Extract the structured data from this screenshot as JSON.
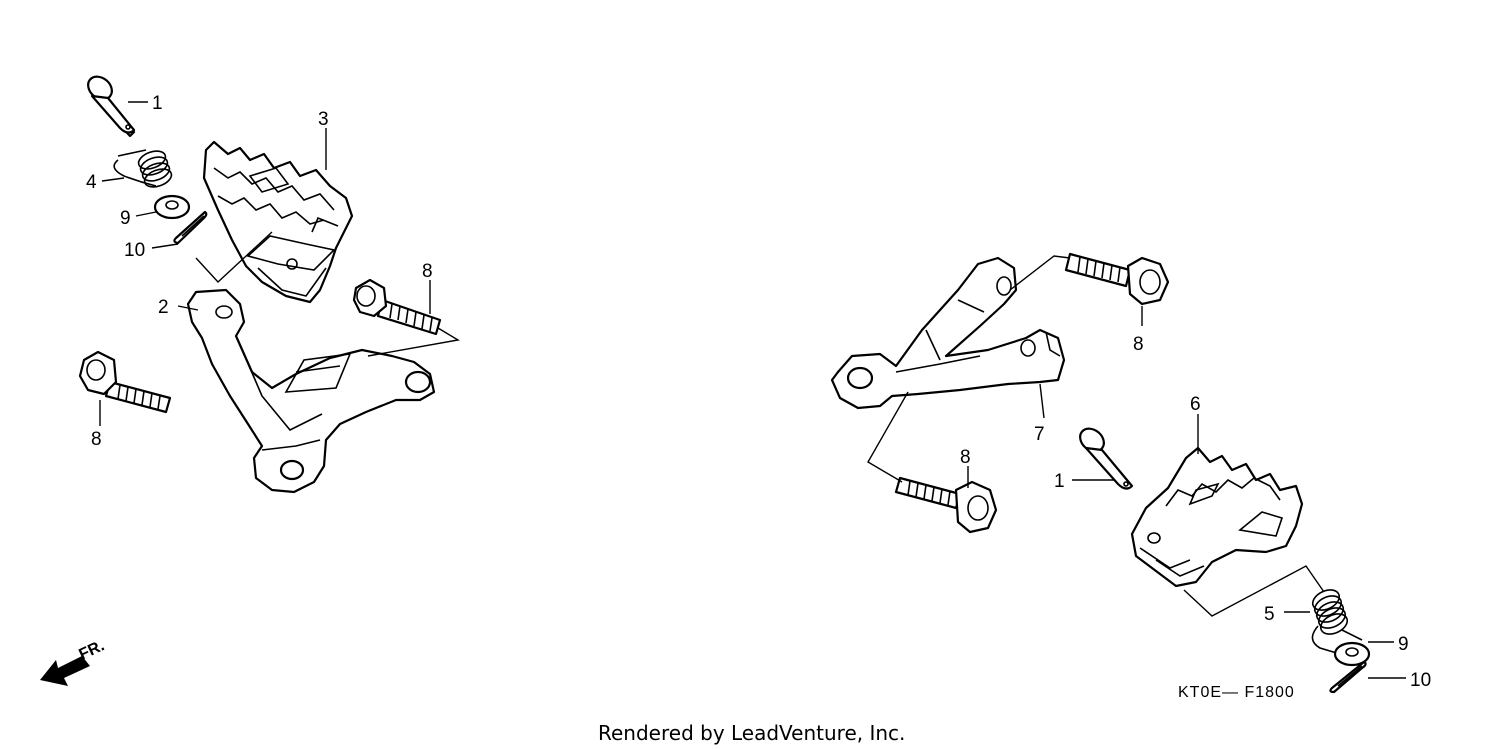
{
  "callouts": {
    "left_pin": "1",
    "left_bracket": "2",
    "left_peg": "3",
    "left_spring": "4",
    "left_washer": "9",
    "left_cotter": "10",
    "left_bolt_upper": "8",
    "left_bolt_lower": "8",
    "right_pin": "1",
    "right_spring": "5",
    "right_peg": "6",
    "right_bracket": "7",
    "right_bolt_upper": "8",
    "right_bolt_lower": "8",
    "right_washer": "9",
    "right_cotter": "10"
  },
  "diagram_code": "KT0E— F1800",
  "direction_label": "FR.",
  "credit": "Rendered by LeadVenture, Inc."
}
